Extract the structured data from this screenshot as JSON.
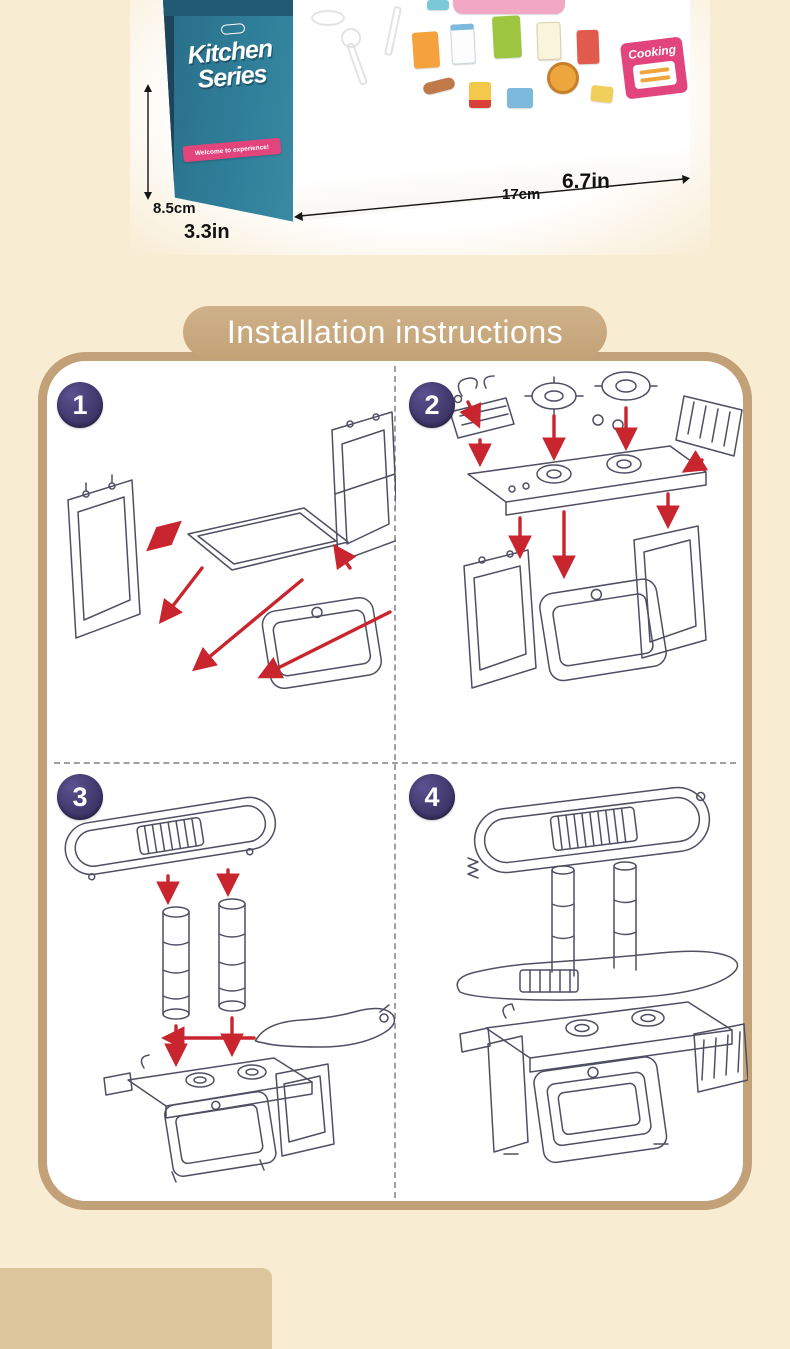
{
  "product_box": {
    "series_title_line1": "Kitchen",
    "series_title_line2": "Series",
    "ribbon_text": "Welcome to experience!",
    "cooking_badge": "Cooking",
    "food_items": [
      "juice-carton",
      "milk-carton",
      "green-milk-carton",
      "cream-carton",
      "ketchup-carton",
      "sausage",
      "fries",
      "snack-pack",
      "pizza",
      "chips-bag"
    ]
  },
  "dimensions": {
    "depth_cm": "8.5cm",
    "depth_in": "3.3in",
    "width_cm": "17cm",
    "width_in": "6.7in"
  },
  "instructions": {
    "title": "Installation instructions",
    "steps": [
      {
        "number": "1"
      },
      {
        "number": "2"
      },
      {
        "number": "3"
      },
      {
        "number": "4"
      }
    ]
  },
  "colors": {
    "page_bg": "#f8ecd2",
    "banner_bg": "#c8a87e",
    "panel_border": "#c2a078",
    "step_badge": "#433a6e",
    "arrow_red": "#c8252e",
    "line_art": "#4f4f63",
    "box_teal": "#2e7e99",
    "accent_pink": "#e2457c"
  }
}
